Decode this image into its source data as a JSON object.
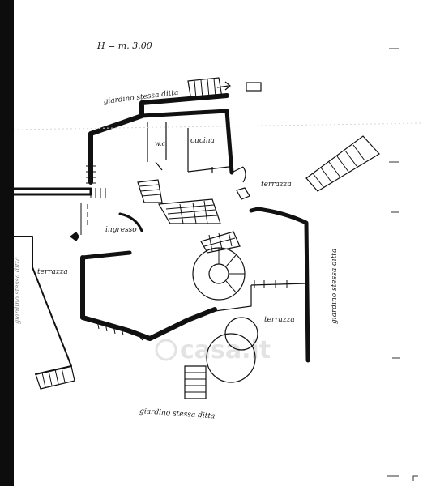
{
  "labels": {
    "height_note": "H = m. 3.00",
    "garden_top": "giardino stessa ditta",
    "garden_right": "giardino stessa ditta",
    "garden_bottom": "giardino stessa ditta",
    "garden_left": "giardino stessa ditta",
    "wc": "w.c.",
    "kitchen": "cucina",
    "entrance": "ingresso",
    "terrace_top_right": "terrazza",
    "terrace_left": "terrazza",
    "terrace_bottom_right": "terrazza"
  },
  "watermark": "casa.it",
  "colors": {
    "ink": "#111111",
    "scan_border": "#0d0d0d",
    "watermark": "#e3e3e3"
  }
}
